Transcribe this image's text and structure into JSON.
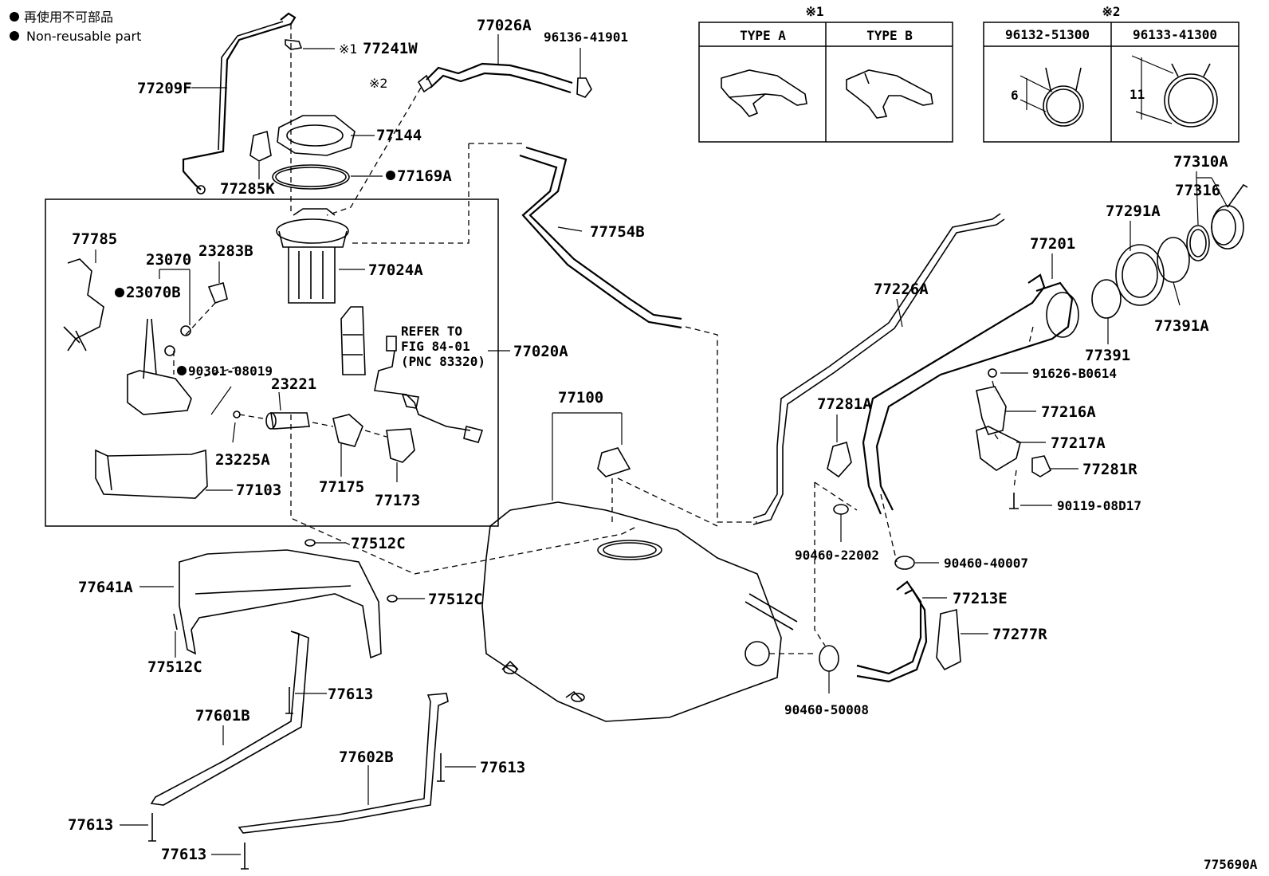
{
  "legend": {
    "line1": "再使用不可部品",
    "line2": "Non-reusable part"
  },
  "table1": {
    "mark": "※1",
    "col_a": "TYPE A",
    "col_b": "TYPE B"
  },
  "table2": {
    "mark": "※2",
    "col_a": "96132-51300",
    "col_b": "96133-41300",
    "dim_a": "6",
    "dim_b": "11"
  },
  "refer": {
    "line1": "REFER TO",
    "line2": "FIG 84-01",
    "line3": "(PNC 83320)"
  },
  "labels": {
    "p77241W": "77241W",
    "mark1": "※1",
    "mark2": "※2",
    "p77209F": "77209F",
    "p77026A": "77026A",
    "p96136": "96136-41901",
    "p77144": "77144",
    "p77169A": "77169A",
    "p77285K": "77285K",
    "p77785": "77785",
    "p23070": "23070",
    "p23283B": "23283B",
    "p23070B": "23070B",
    "p77024A": "77024A",
    "p77754B": "77754B",
    "p90301": "90301-08019",
    "p77020A": "77020A",
    "p23221": "23221",
    "p23225A": "23225A",
    "p77103": "77103",
    "p77175": "77175",
    "p77173": "77173",
    "p77100": "77100",
    "p77512C_a": "77512C",
    "p77512C_b": "77512C",
    "p77512C_c": "77512C",
    "p77641A": "77641A",
    "p77613_a": "77613",
    "p77613_b": "77613",
    "p77613_c": "77613",
    "p77613_d": "77613",
    "p77601B": "77601B",
    "p77602B": "77602B",
    "p77310A": "77310A",
    "p77316": "77316",
    "p77291A": "77291A",
    "p77201": "77201",
    "p77226A": "77226A",
    "p77391A": "77391A",
    "p77391": "77391",
    "p91626": "91626-B0614",
    "p77281A": "77281A",
    "p77216A": "77216A",
    "p77217A": "77217A",
    "p77281R": "77281R",
    "p90119": "90119-08D17",
    "p90460_22002": "90460-22002",
    "p90460_40007": "90460-40007",
    "p77213E": "77213E",
    "p77277R": "77277R",
    "p90460_50008": "90460-50008",
    "fig_id": "775690A"
  }
}
